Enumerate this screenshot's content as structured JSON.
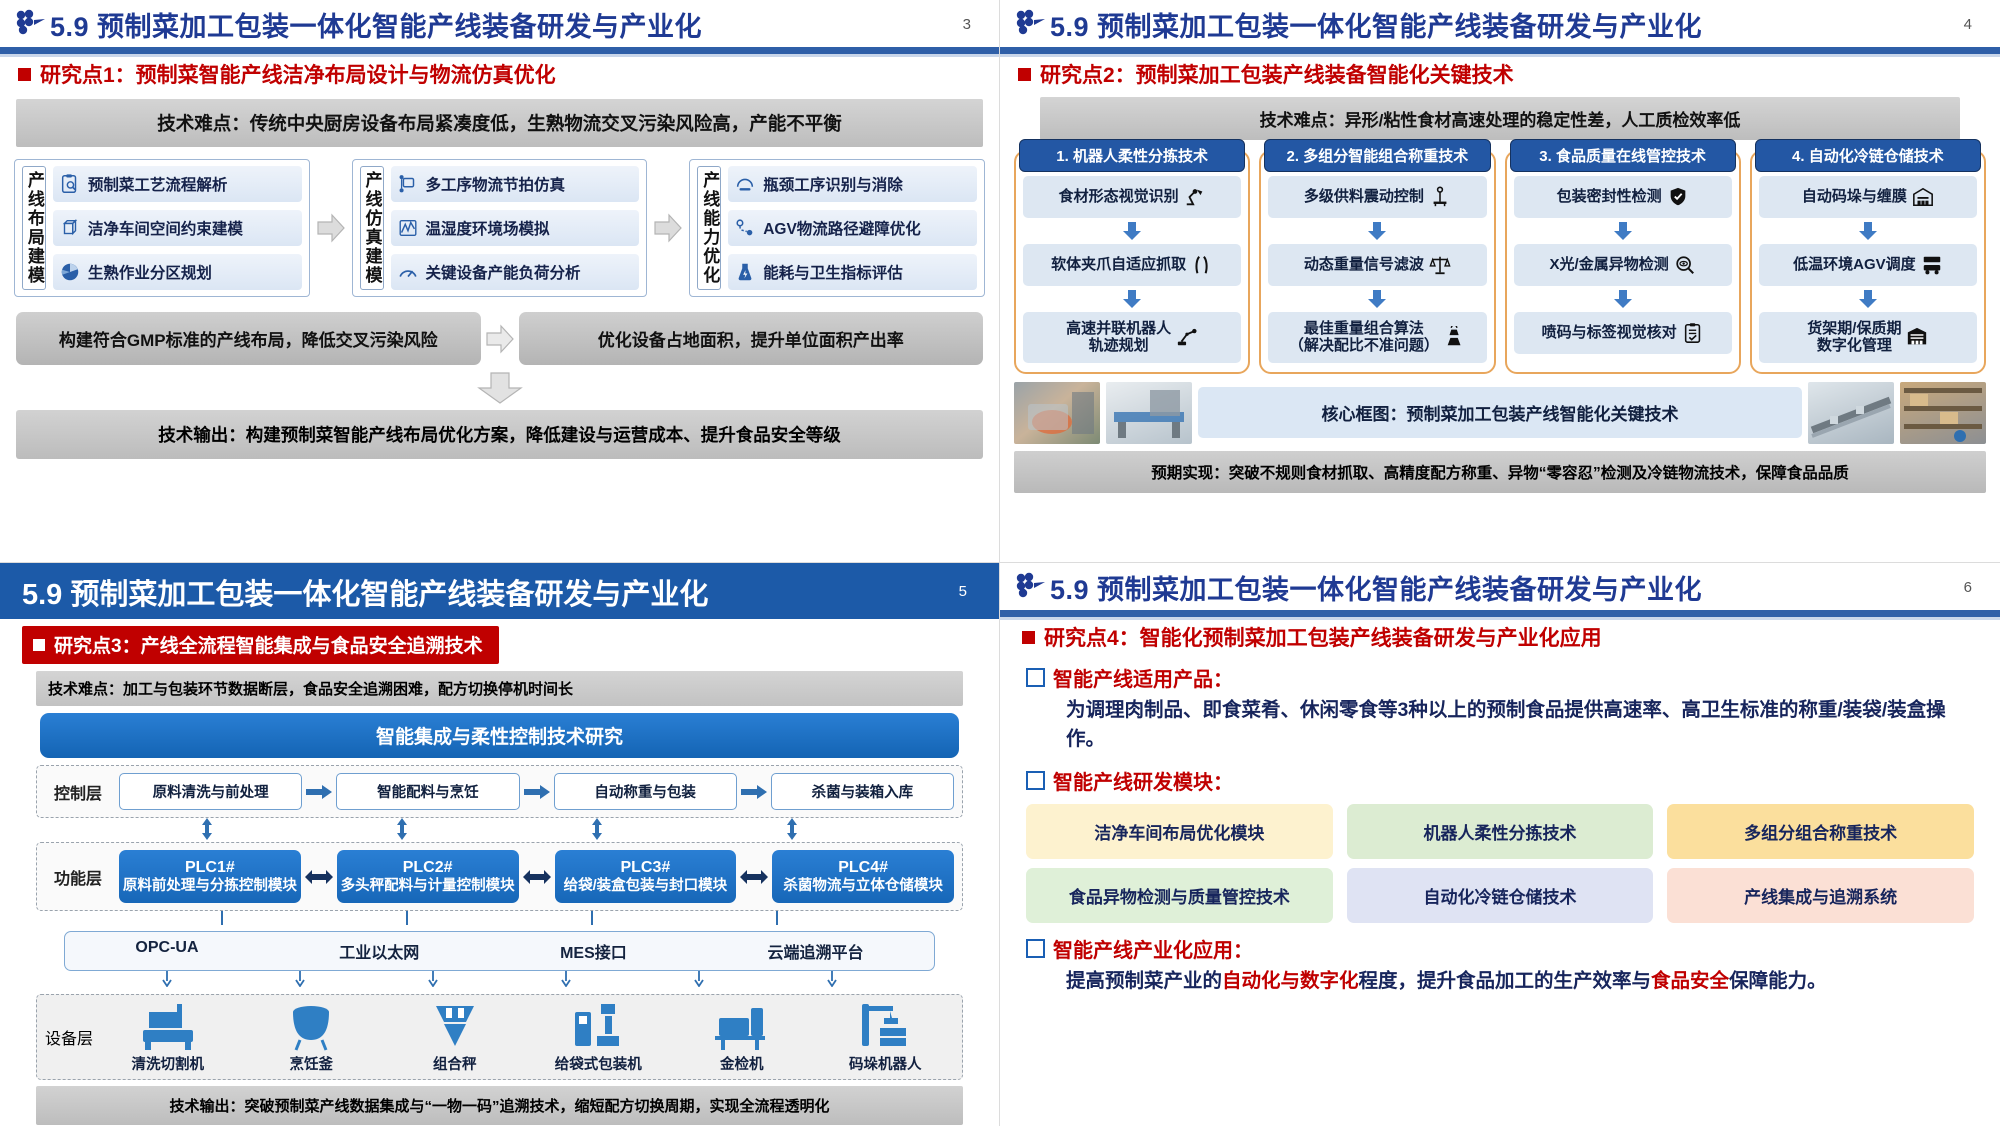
{
  "deck_title": "5.9 预制菜加工包装一体化智能产线装备研发与产业化",
  "slide3": {
    "header": {
      "title": "5.9 预制菜加工包装一体化智能产线装备研发与产业化",
      "page": "3",
      "logo_icon": "cluster-dots-logo-icon"
    },
    "research_point": "研究点1：预制菜智能产线洁净布局设计与物流仿真优化",
    "difficulty_band": "技术难点：传统中央厨房设备布局紧凑度低，生熟物流交叉污染风险高，产能不平衡",
    "stages": [
      {
        "vlabel": "产线布局建模",
        "items": [
          {
            "icon": "clipboard-search-icon",
            "label": "预制菜工艺流程解析"
          },
          {
            "icon": "cube-wireframe-icon",
            "label": "洁净车间空间约束建模"
          },
          {
            "icon": "pie-chart-icon",
            "label": "生熟作业分区规划"
          }
        ]
      },
      {
        "vlabel": "产线仿真建模",
        "items": [
          {
            "icon": "flow-nodes-icon",
            "label": "多工序物流节拍仿真"
          },
          {
            "icon": "waveform-chart-icon",
            "label": "温湿度环境场模拟"
          },
          {
            "icon": "gauge-icon",
            "label": "关键设备产能负荷分析"
          }
        ]
      },
      {
        "vlabel": "产线能力优化",
        "items": [
          {
            "icon": "gauge-meter-icon",
            "label": "瓶颈工序识别与消除"
          },
          {
            "icon": "route-path-icon",
            "label": "AGV物流路径避障优化"
          },
          {
            "icon": "energy-flask-icon",
            "label": "能耗与卫生指标评估"
          }
        ]
      }
    ],
    "results": [
      "构建符合GMP标准的产线布局，降低交叉污染风险",
      "优化设备占地面积，提升单位面积产出率"
    ],
    "output_band": "技术输出：构建预制菜智能产线布局优化方案，降低建设与运营成本、提升食品安全等级"
  },
  "slide4": {
    "header": {
      "title": "5.9 预制菜加工包装一体化智能产线装备研发与产业化",
      "page": "4",
      "logo_icon": "cluster-dots-logo-icon"
    },
    "research_point": "研究点2：预制菜加工包装产线装备智能化关键技术",
    "difficulty_band": "技术难点：异形/粘性食材高速处理的稳定性差，人工质检效率低",
    "columns": [
      {
        "title": "1. 机器人柔性分拣技术",
        "cells": [
          {
            "label": "食材形态视觉识别",
            "icon": "robot-arm-icon"
          },
          {
            "label": "软体夹爪自适应抓取",
            "icon": "soft-gripper-icon"
          },
          {
            "label": "高速并联机器人\n轨迹规划",
            "icon": "delta-robot-icon"
          }
        ]
      },
      {
        "title": "2. 多组分智能组合称重技术",
        "cells": [
          {
            "label": "多级供料震动控制",
            "icon": "scale-single-icon"
          },
          {
            "label": "动态重量信号滤波",
            "icon": "balance-scale-icon"
          },
          {
            "label": "最佳重量组合算法\n（解决配比不准问题）",
            "icon": "weight-combo-icon"
          }
        ]
      },
      {
        "title": "3. 食品质量在线管控技术",
        "cells": [
          {
            "label": "包装密封性检测",
            "icon": "shield-hand-icon"
          },
          {
            "label": "X光/金属异物检测",
            "icon": "magnifier-eye-icon"
          },
          {
            "label": "喷码与标签视觉核对",
            "icon": "clipboard-check-icon"
          }
        ]
      },
      {
        "title": "4. 自动化冷链仓储技术",
        "cells": [
          {
            "label": "自动码垛与缠膜",
            "icon": "warehouse-icon"
          },
          {
            "label": "低温环境AGV调度",
            "icon": "agv-vehicle-icon"
          },
          {
            "label": "货架期/保质期\n数字化管理",
            "icon": "rack-storage-icon"
          }
        ]
      }
    ],
    "core_box": "核心框图：预制菜加工包装产线智能化关键技术",
    "thumbnails": [
      "food-tray-photo",
      "packaging-machine-photo",
      "conveyor-line-photo",
      "warehouse-rack-photo"
    ],
    "expect_band": "预期实现：突破不规则食材抓取、高精度配方称重、异物“零容忍”检测及冷链物流技术，保障食品品质"
  },
  "slide5": {
    "header": {
      "title": "5.9 预制菜加工包装一体化智能产线装备研发与产业化",
      "page": "5"
    },
    "research_point": "研究点3：产线全流程智能集成与食品安全追溯技术",
    "difficulty_band": "技术难点：加工与包装环节数据断层，食品安全追溯困难，配方切换停机时间长",
    "blue_bar": "智能集成与柔性控制技术研究",
    "control_layer": {
      "name": "控制层",
      "items": [
        "原料清洗与前处理",
        "智能配料与烹饪",
        "自动称重与包装",
        "杀菌与装箱入库"
      ]
    },
    "function_layer": {
      "name": "功能层",
      "items": [
        {
          "code": "PLC1#",
          "desc": "原料前处理与分拣控制模块"
        },
        {
          "code": "PLC2#",
          "desc": "多头秤配料与计量控制模块"
        },
        {
          "code": "PLC3#",
          "desc": "给袋/装盒包装与封口模块"
        },
        {
          "code": "PLC4#",
          "desc": "杀菌物流与立体仓储模块"
        }
      ]
    },
    "bus": [
      "OPC-UA",
      "工业以太网",
      "MES接口",
      "云端追溯平台"
    ],
    "device_layer": {
      "name": "设备层",
      "items": [
        {
          "label": "清洗切割机",
          "icon": "washing-cutter-icon"
        },
        {
          "label": "烹饪釜",
          "icon": "cooking-kettle-icon"
        },
        {
          "label": "组合秤",
          "icon": "combination-scale-icon"
        },
        {
          "label": "给袋式包装机",
          "icon": "bag-packing-machine-icon"
        },
        {
          "label": "金检机",
          "icon": "metal-detector-icon"
        },
        {
          "label": "码垛机器人",
          "icon": "palletizing-robot-icon"
        }
      ]
    },
    "output_band": "技术输出：突破预制菜产线数据集成与“一物一码”追溯技术，缩短配方切换周期，实现全流程透明化"
  },
  "slide6": {
    "header": {
      "title": "5.9 预制菜加工包装一体化智能产线装备研发与产业化",
      "page": "6",
      "logo_icon": "cluster-dots-logo-icon"
    },
    "research_point": "研究点4：智能化预制菜加工包装产线装备研发与产业化应用",
    "sections": [
      {
        "title": "智能产线适用产品：",
        "body": "为调理肉制品、即食菜肴、休闲零食等3种以上的预制食品提供高速率、高卫生标准的称重/装袋/装盒操作。"
      },
      {
        "title": "智能产线研发模块："
      },
      {
        "title": "智能产线产业化应用："
      }
    ],
    "modules": [
      {
        "label": "洁净车间布局优化模块",
        "color": "#fdf2cf"
      },
      {
        "label": "机器人柔性分拣技术",
        "color": "#dcecd2"
      },
      {
        "label": "多组分组合称重技术",
        "color": "#fbdf9d"
      },
      {
        "label": "食品异物检测与质量管控技术",
        "color": "#dff0d8"
      },
      {
        "label": "自动化冷链仓储技术",
        "color": "#dfe3f3"
      },
      {
        "label": "产线集成与追溯系统",
        "color": "#fbe0d5"
      }
    ],
    "application": {
      "p1": "提高预制菜产业的",
      "hl1": "自动化与数字化",
      "p2": "程度，提升食品加工的生产效率与",
      "hl2": "食品安全",
      "p3": "保障能力。"
    }
  },
  "colors": {
    "brand_blue": "#1f3a93",
    "header_blue": "#1c5aa8",
    "accent_red": "#c00000",
    "orange_border": "#e8a65c",
    "cell_blue": "#dde7f2",
    "deep_blue": "#2357a4"
  }
}
